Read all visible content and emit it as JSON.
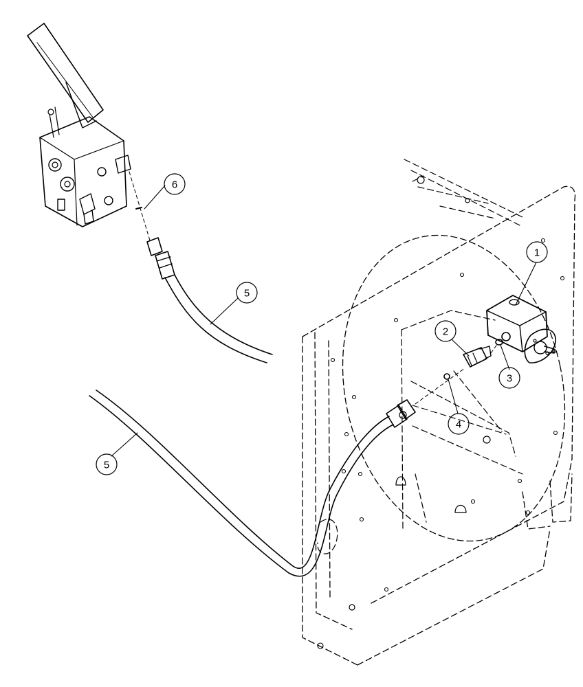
{
  "callouts": [
    {
      "id": "callout-1",
      "label": "1"
    },
    {
      "id": "callout-2",
      "label": "2"
    },
    {
      "id": "callout-3",
      "label": "3"
    },
    {
      "id": "callout-4",
      "label": "4"
    },
    {
      "id": "callout-5a",
      "label": "5"
    },
    {
      "id": "callout-5b",
      "label": "5"
    },
    {
      "id": "callout-6",
      "label": "6"
    }
  ],
  "colors": {
    "line": "#000000",
    "background": "#ffffff"
  }
}
